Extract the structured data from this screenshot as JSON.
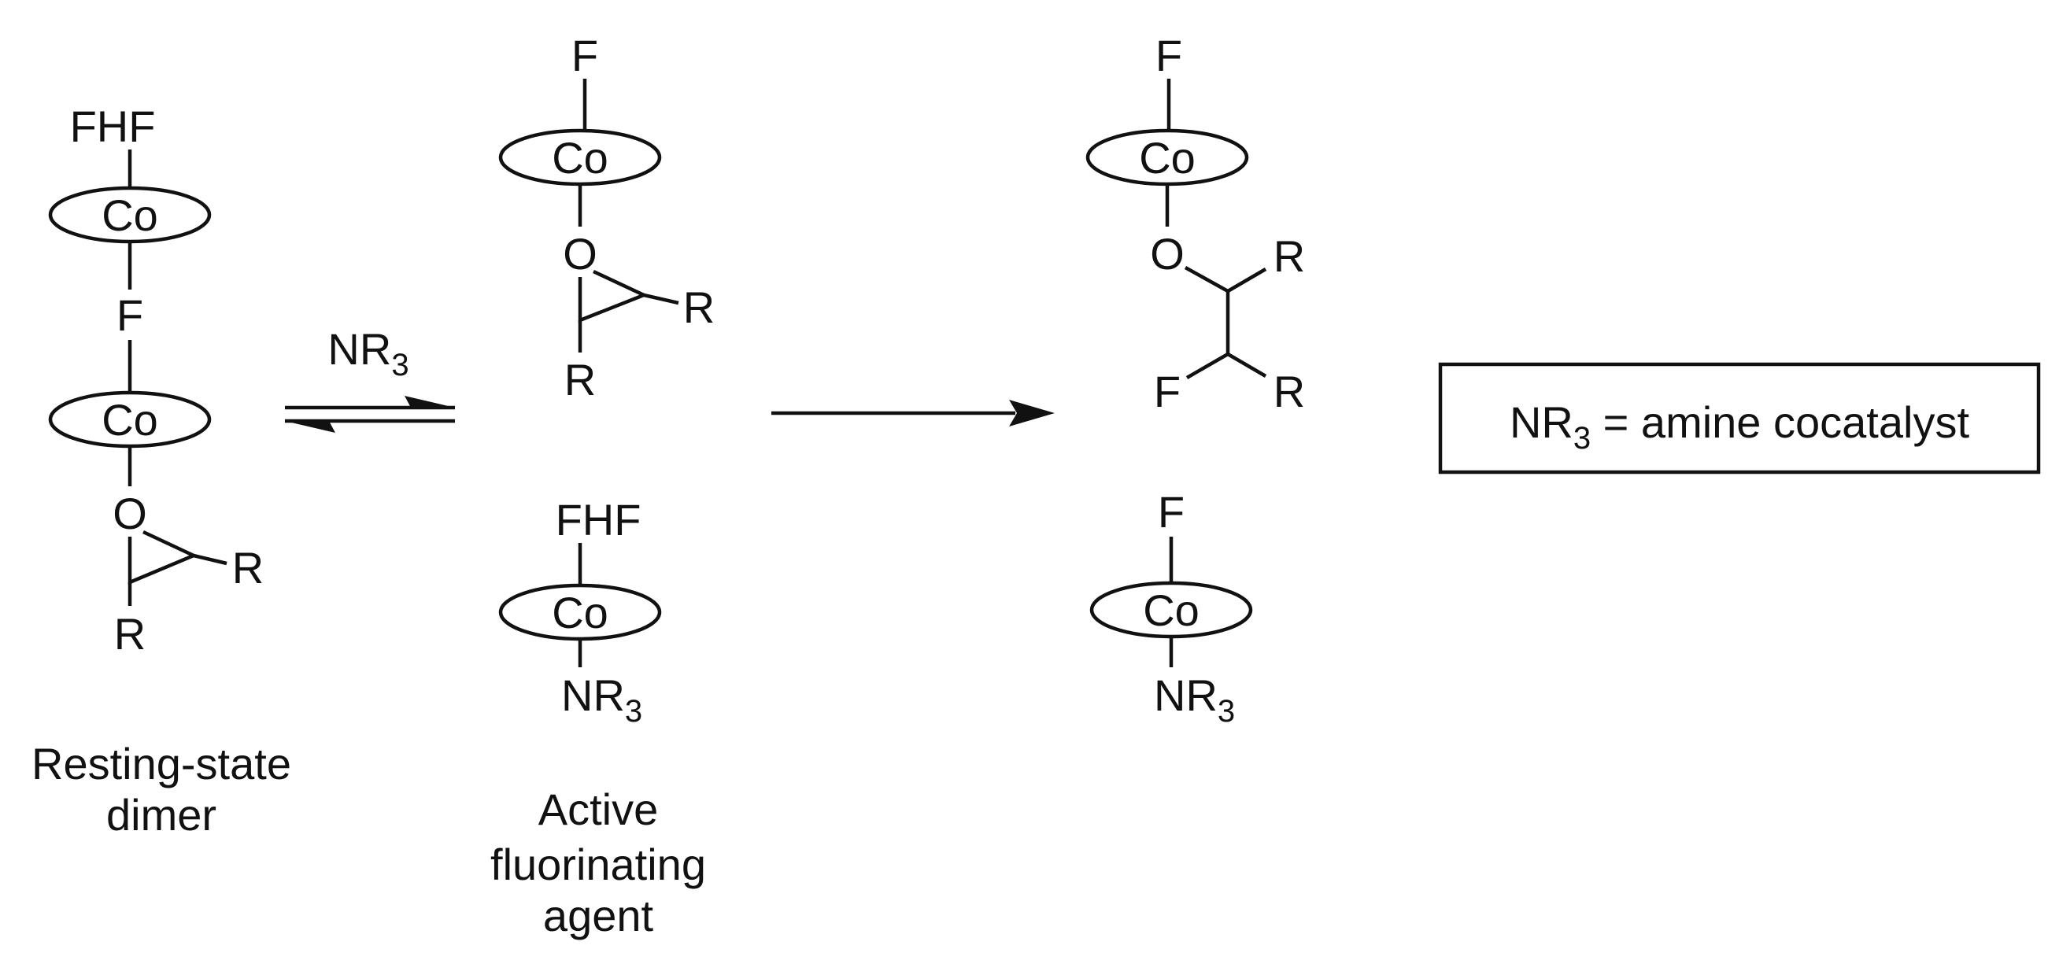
{
  "labels": {
    "co": "Co",
    "f": "F",
    "fhf": "FHF",
    "o": "O",
    "r": "R",
    "n": "N",
    "r_sub": "R",
    "three": "3"
  },
  "equilibrium": {
    "reagent_main": "NR",
    "reagent_sub": "3"
  },
  "captions": {
    "resting_line1": "Resting-state",
    "resting_line2": "dimer",
    "active_line1": "Active",
    "active_line2": "fluorinating",
    "active_line3": "agent"
  },
  "legend": {
    "main": "NR",
    "sub": "3",
    "rest": " = amine cocatalyst"
  }
}
